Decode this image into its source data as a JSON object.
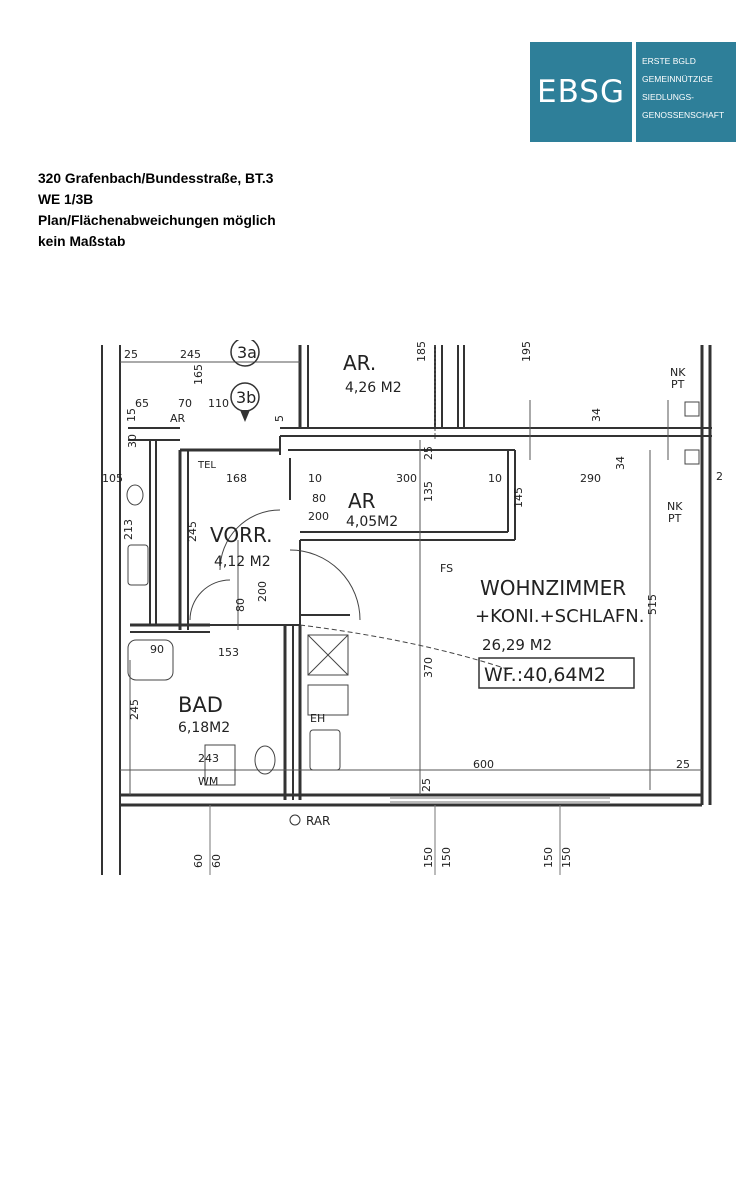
{
  "logo": {
    "abbr": "EBSG",
    "lines": [
      "ERSTE BGLD",
      "GEMEINNÜTZIGE",
      "SIEDLUNGS-",
      "GENOSSENSCHAFT"
    ]
  },
  "header": {
    "address": "320 Grafenbach/Bundesstraße, BT.3",
    "unit": "WE 1/3B",
    "note": "Plan/Flächenabweichungen möglich",
    "scale": "kein Maßstab"
  },
  "plan": {
    "rooms": {
      "ar_top_name": "AR.",
      "ar_top_area": "4,26 M2",
      "ar_mid_name": "AR",
      "ar_mid_area": "4,05M2",
      "vorr_name": "VORR.",
      "vorr_area": "4,12 M2",
      "bad_name": "BAD",
      "bad_area": "6,18M2",
      "wohn_name": "WOHNZIMMER",
      "wohn_sub": "+KONI.+SCHLAFN.",
      "wohn_area": "26,29 M2",
      "wf": "WF.:40,64M2"
    },
    "labels": {
      "stair_a": "3a",
      "stair_b": "3b",
      "nk_top": "NK",
      "pt_top": "PT",
      "nk_mid": "NK",
      "pt_mid": "PT",
      "fs": "FS",
      "eh": "EH",
      "rar": "RAR",
      "tel": "TEL",
      "wm": "WM",
      "ar_small": "AR"
    },
    "dims": {
      "d25a": "25",
      "d245a": "245",
      "d185": "185",
      "d165": "165",
      "d195": "195",
      "d65": "65",
      "d70": "70",
      "d110": "110",
      "d15": "15",
      "d30": "30",
      "d105": "105",
      "d168": "168",
      "d10a": "10",
      "d300": "300",
      "d10b": "10",
      "d290": "290",
      "d80a": "80",
      "d200a": "200",
      "d135": "135",
      "d145": "145",
      "d34a": "34",
      "d34b": "34",
      "d213": "213",
      "d245b": "245",
      "d80b": "80",
      "d200b": "200",
      "d515": "515",
      "d90": "90",
      "d153": "153",
      "d370": "370",
      "d245c": "245",
      "d243": "243",
      "d600": "600",
      "d25b": "25",
      "d25c": "25",
      "d60a": "60",
      "d60b": "60",
      "d150a": "150",
      "d150b": "150",
      "d150c": "150",
      "d150d": "150",
      "d2": "2",
      "d5": "5",
      "d25d": "25"
    }
  }
}
